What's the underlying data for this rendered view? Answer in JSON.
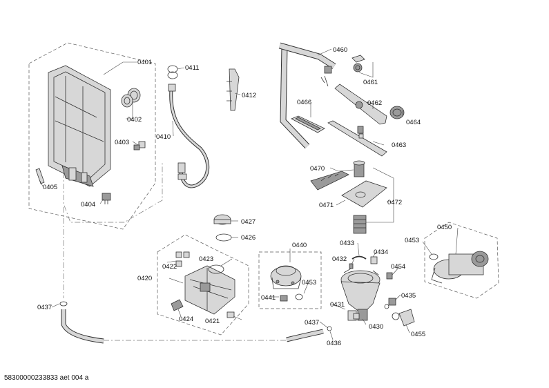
{
  "labels": {
    "p0401": "0401",
    "p0402": "0402",
    "p0403": "0403",
    "p0404": "0404",
    "p0405": "0405",
    "p0410": "0410",
    "p0411": "0411",
    "p0412": "0412",
    "p0420": "0420",
    "p0421": "0421",
    "p0422": "0422",
    "p0423": "0423",
    "p0424": "0424",
    "p0426": "0426",
    "p0427": "0427",
    "p0430": "0430",
    "p0431": "0431",
    "p0432": "0432",
    "p0433": "0433",
    "p0434": "0434",
    "p0435": "0435",
    "p0436": "0436",
    "p0437a": "0437",
    "p0437b": "0437",
    "p0440": "0440",
    "p0441": "0441",
    "p0450": "0450",
    "p0453a": "0453",
    "p0453b": "0453",
    "p0454": "0454",
    "p0455": "0455",
    "p0460": "0460",
    "p0461": "0461",
    "p0462": "0462",
    "p0463": "0463",
    "p0464": "0464",
    "p0466": "0466",
    "p0470": "0470",
    "p0471": "0471",
    "p0472": "0472"
  },
  "footer": {
    "code": "58300000233833 aet 004 a"
  }
}
